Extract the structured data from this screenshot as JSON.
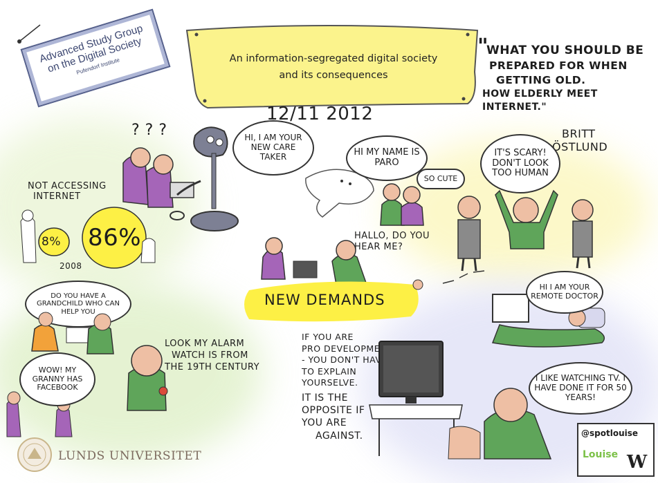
{
  "sign": {
    "line1": "Advanced Study Group",
    "line2": "on the Digital Society",
    "sub": "Pufendorf Institute"
  },
  "banner": {
    "line1": "An information-segregated digital society",
    "line2": "and its consequences"
  },
  "date": "12/11 2012",
  "quote": {
    "open": "\"",
    "line1": "WHAT YOU SHOULD BE",
    "line2": "PREPARED FOR WHEN",
    "line3": "GETTING OLD.",
    "line4": "HOW ELDERLY MEET INTERNET.\"",
    "dash": "-",
    "author1": "BRITT",
    "author2": "ÖSTLUND"
  },
  "confused": {
    "q": "? ? ?"
  },
  "stats": {
    "label1": "NOT ACCESSING",
    "label2": "INTERNET",
    "small": "8%",
    "big": "86%",
    "year": "2008"
  },
  "bubbles": {
    "caretaker": "HI, I AM YOUR NEW CARE TAKER",
    "paro": "HI MY NAME IS PARO",
    "cute": "SO CUTE",
    "scary": "IT'S SCARY! DON'T LOOK TOO HUMAN",
    "hallo": "HALLO, DO YOU HEAR ME?",
    "grandchild": "DO YOU HAVE A GRANDCHILD WHO CAN HELP YOU",
    "wow": "WOW! MY GRANNY HAS FACEBOOK",
    "doctor": "HI I AM YOUR REMOTE DOCTOR",
    "watching": "I LIKE WATCHING TV. I HAVE DONE IT FOR 50 YEARS!"
  },
  "demands": "NEW DEMANDS",
  "alarm": {
    "line1": "LOOK MY ALARM",
    "line2": "WATCH IS FROM",
    "line3": "THE 19TH CENTURY"
  },
  "tvtext": {
    "l1": "IF YOU ARE",
    "l2": "PRO DEVELOPMENT",
    "l3": "- YOU DON'T HAVE",
    "l4": "TO EXPLAIN",
    "l5": "YOURSELVE.",
    "l6": "IT IS THE",
    "l7": "OPPOSITE IF",
    "l8": "YOU ARE",
    "l9": "AGAINST."
  },
  "lund": {
    "name": "LUNDS UNIVERSITET"
  },
  "badge": {
    "handle": "@spotlouise",
    "name": "Louise",
    "mark": "W"
  },
  "colors": {
    "banner": "#fbf38c",
    "highlight": "#fdf045",
    "purple": "#a565b8",
    "green": "#5fa55a",
    "orange": "#f2a23a",
    "skin": "#eebfa4"
  }
}
